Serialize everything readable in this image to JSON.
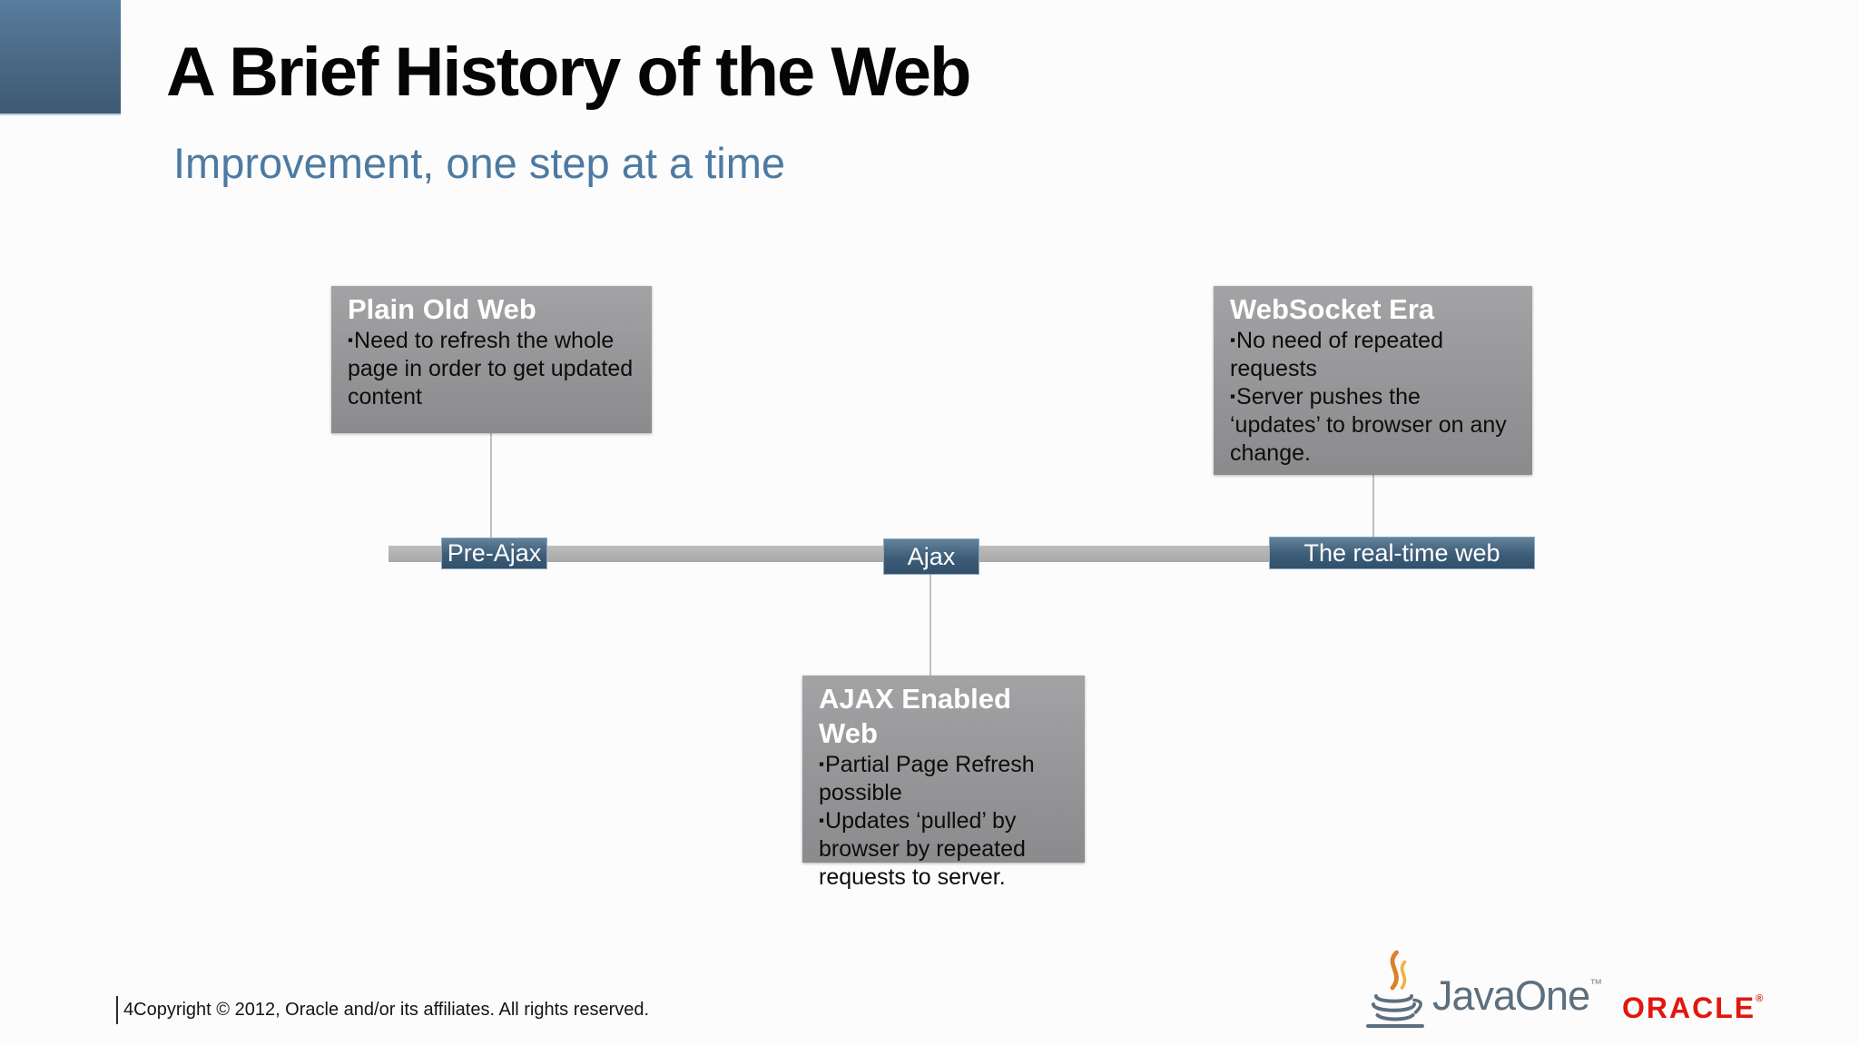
{
  "header": {
    "title": "A Brief History of the Web",
    "subtitle": "Improvement, one step at a time"
  },
  "diagram": {
    "bullet_char": "▪",
    "boxes": [
      {
        "id": "plain-old-web",
        "title": "Plain Old Web",
        "bullets": [
          "Need to refresh the whole page in order to get updated content"
        ]
      },
      {
        "id": "ajax-enabled-web",
        "title": "AJAX Enabled Web",
        "bullets": [
          "Partial Page Refresh possible",
          "Updates ‘pulled’ by browser by repeated requests to server."
        ]
      },
      {
        "id": "websocket-era",
        "title": "WebSocket Era",
        "bullets": [
          "No need of repeated requests",
          "Server pushes the ‘updates’ to browser on any change."
        ]
      }
    ],
    "timeline_labels": [
      "Pre-Ajax",
      "Ajax",
      "The real-time web"
    ]
  },
  "footer": {
    "page_number": "4",
    "copyright": "Copyright © 2012, Oracle and/or its affiliates. All rights reserved."
  },
  "logos": {
    "javaone_text": "JavaOne",
    "javaone_tm": "™",
    "oracle_text": "ORACLE",
    "oracle_reg": "®"
  },
  "colors": {
    "subtitle_blue": "#4d7aa2",
    "corner_blue_top": "#587d9f",
    "corner_blue_bottom": "#3e5a74",
    "box_gray_top": "#a3a3a5",
    "box_gray_bottom": "#8b8b8d",
    "timeline_gray": "#b0b0b0",
    "label_blue_top": "#63829b",
    "label_blue_bottom": "#31506c",
    "connector_gray": "#b9c0c6",
    "oracle_red": "#e2170e",
    "javaone_slate": "#5d6f7e"
  }
}
